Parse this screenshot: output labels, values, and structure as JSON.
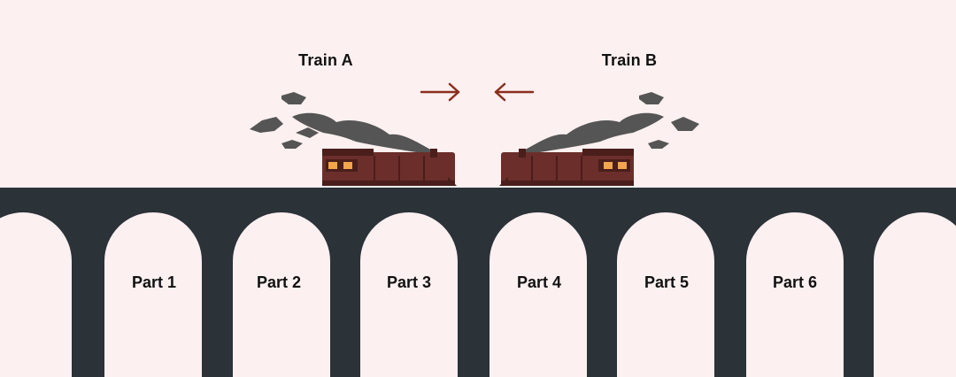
{
  "diagram": {
    "trains": [
      {
        "label": "Train A",
        "direction": "right"
      },
      {
        "label": "Train B",
        "direction": "left"
      }
    ],
    "bridge_parts": [
      "Part 1",
      "Part 2",
      "Part 3",
      "Part 4",
      "Part 5",
      "Part 6"
    ]
  },
  "colors": {
    "background": "#fdf0f0",
    "bridge": "#2b3238",
    "train_body": "#6b2e2a",
    "train_dark": "#4a1e1b",
    "window": "#f2a54a",
    "smoke": "#555555",
    "arrow": "#8a2e1c",
    "text": "#111111"
  },
  "icons": {
    "train_a": "steam-locomotive-icon",
    "train_b": "steam-locomotive-icon",
    "arrow_a": "arrow-right-icon",
    "arrow_b": "arrow-left-icon"
  }
}
